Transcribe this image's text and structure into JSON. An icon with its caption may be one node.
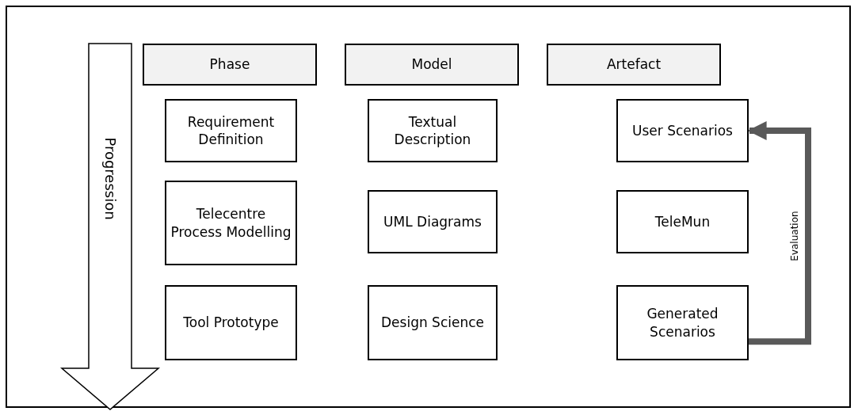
{
  "diagram": {
    "nodes": [
      {
        "text": [
          "Progression"
        ]
      },
      {
        "text": [
          "Phase"
        ]
      },
      {
        "text": [
          "Model"
        ]
      },
      {
        "text": [
          "Artefact"
        ]
      },
      {
        "text": [
          "Requirement Definition"
        ]
      },
      {
        "text": [
          "Textual Description"
        ]
      },
      {
        "text": [
          "User Scenarios"
        ]
      },
      {
        "text": [
          "Telecentre Process Modelling"
        ]
      },
      {
        "text": [
          "UML Diagrams"
        ]
      },
      {
        "text": [
          "TeleMun"
        ]
      },
      {
        "text": [
          "Tool Prototype"
        ]
      },
      {
        "text": [
          "Design Science"
        ]
      },
      {
        "text": [
          "Generated Scenarios"
        ]
      }
    ],
    "edges": [
      {
        "from": 12,
        "to": 6,
        "arrow": "to",
        "label": "Evaluation"
      }
    ]
  }
}
